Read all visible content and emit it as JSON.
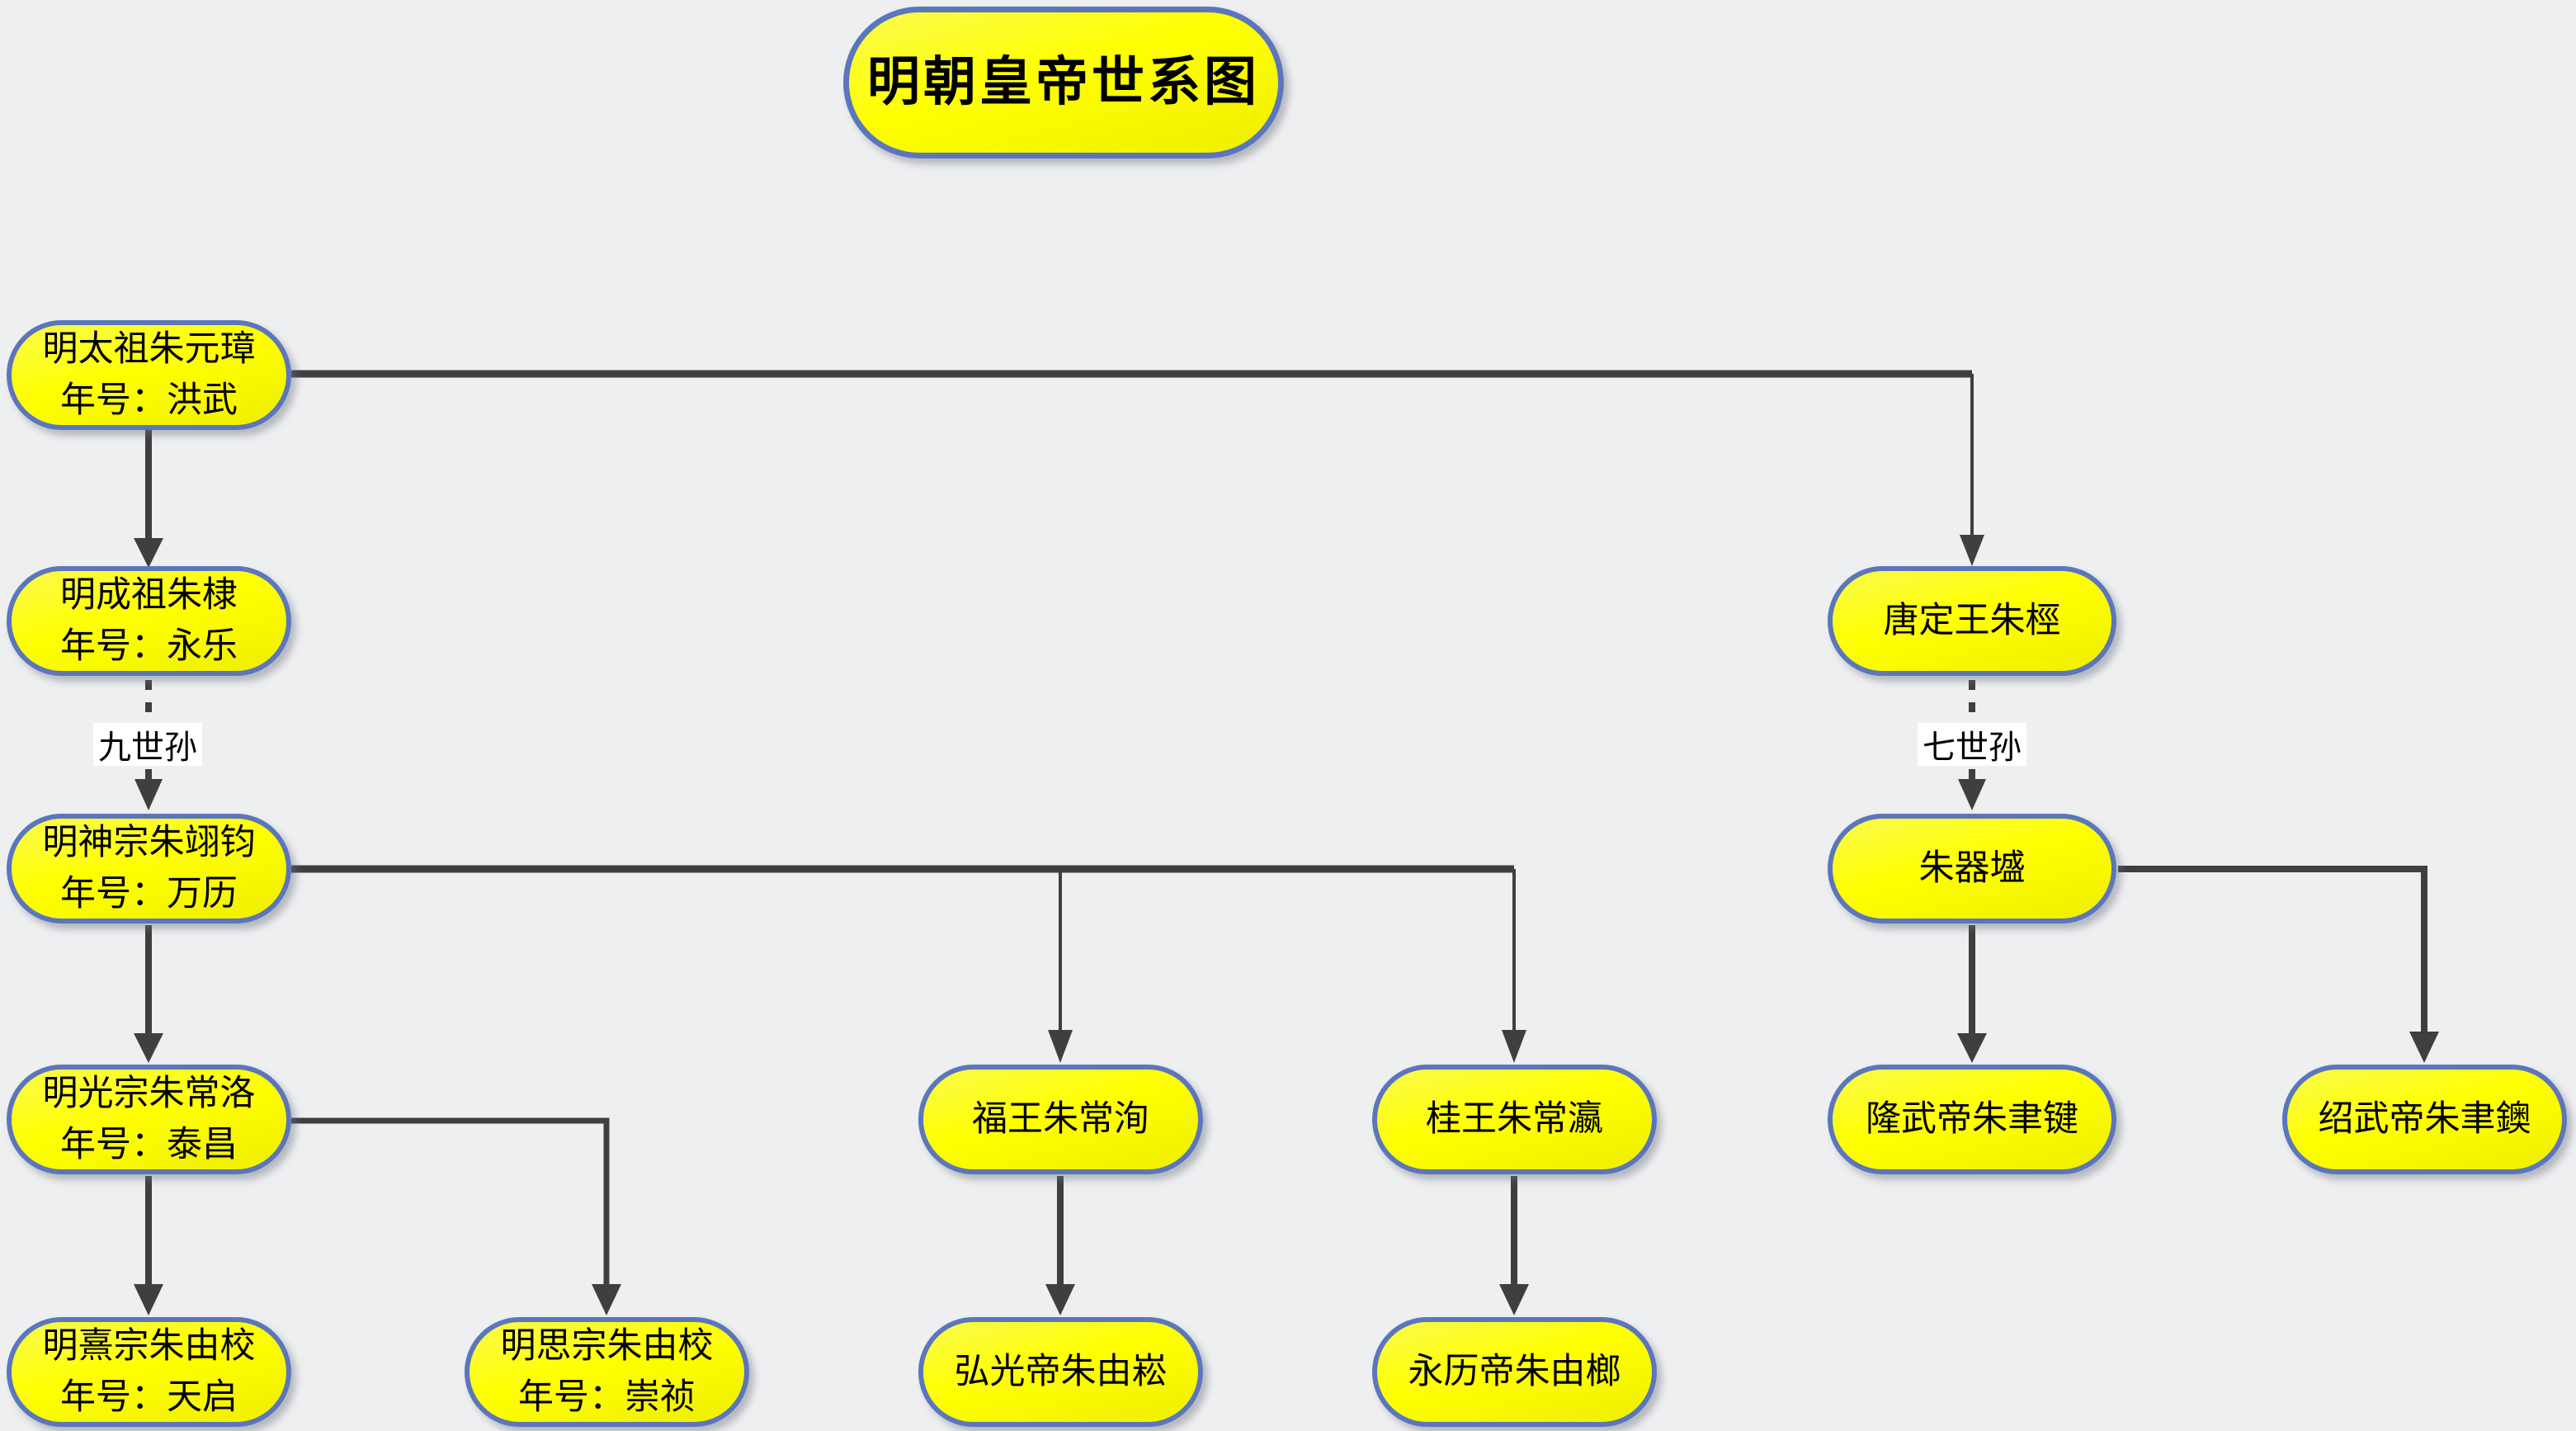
{
  "diagram": {
    "title": "明朝皇帝世系图",
    "nodes": [
      {
        "name": "明太祖朱元璋",
        "era": "年号：洪武"
      },
      {
        "name": "明成祖朱棣",
        "era": "年号：永乐"
      },
      {
        "name": "明神宗朱翊钧",
        "era": "年号：万历"
      },
      {
        "name": "明光宗朱常洛",
        "era": "年号：泰昌"
      },
      {
        "name": "明熹宗朱由校",
        "era": "年号：天启"
      },
      {
        "name": "明思宗朱由校",
        "era": "年号：崇祯"
      },
      {
        "name": "福王朱常洵"
      },
      {
        "name": "弘光帝朱由崧"
      },
      {
        "name": "桂王朱常瀛"
      },
      {
        "name": "永历帝朱由榔"
      },
      {
        "name": "唐定王朱桱"
      },
      {
        "name": "朱器墭"
      },
      {
        "name": "隆武帝朱聿键"
      },
      {
        "name": "绍武帝朱聿鐭"
      }
    ],
    "edge_labels": [
      {
        "text": "九世孙"
      },
      {
        "text": "七世孙"
      }
    ],
    "colors": {
      "background": "#eeeff0",
      "node_fill": "#ffff00",
      "node_border": "#5b76bb",
      "connector": "#3f3f3f",
      "label_background": "#ffffff",
      "text": "#000000"
    }
  }
}
